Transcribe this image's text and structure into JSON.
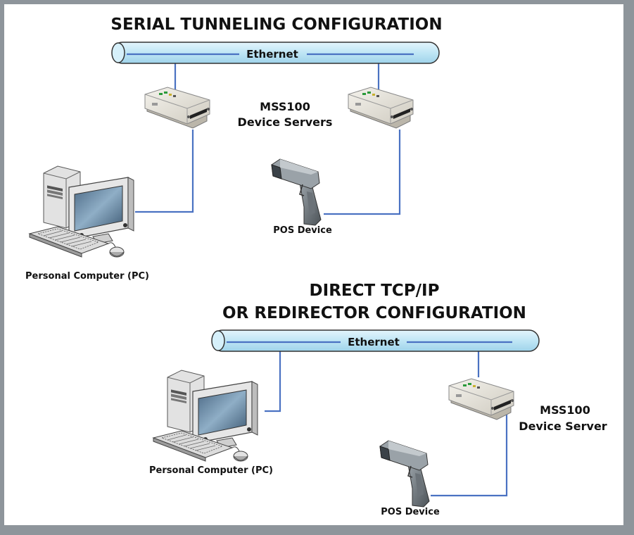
{
  "diagram": {
    "top": {
      "title": "SERIAL TUNNELING CONFIGURATION",
      "ethernet_label": "Ethernet",
      "server_label_line1": "MSS100",
      "server_label_line2": "Device Servers",
      "pc_label": "Personal Computer (PC)",
      "pos_label": "POS Device"
    },
    "bottom": {
      "title_line1": "DIRECT TCP/IP",
      "title_line2": "OR REDIRECTOR CONFIGURATION",
      "ethernet_label": "Ethernet",
      "server_label_line1": "MSS100",
      "server_label_line2": "Device Server",
      "pc_label": "Personal Computer (PC)",
      "pos_label": "POS Device"
    }
  },
  "colors": {
    "frame": "#8e959b",
    "panel": "#ffffff",
    "bus_fill": "#bfe6f5",
    "bus_stroke": "#333333",
    "link": "#4a72c2",
    "device_body": "#e8e4da"
  },
  "icons": [
    "ethernet-bus",
    "device-server-icon",
    "desktop-pc-icon",
    "barcode-scanner-icon"
  ]
}
